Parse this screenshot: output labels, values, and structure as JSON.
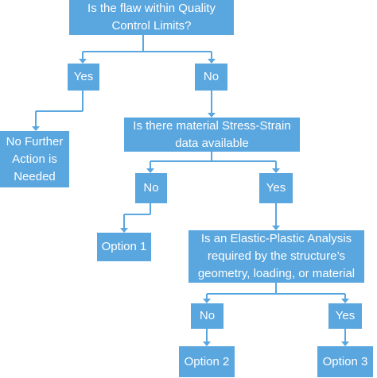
{
  "nodes": {
    "q1": "Is the flaw within Quality\nControl Limits?",
    "yes1": "Yes",
    "no1": "No",
    "no_action": "No Further\nAction is\nNeeded",
    "q2": "Is there material Stress-Strain\ndata available",
    "no2": "No",
    "yes2": "Yes",
    "option1": "Option 1",
    "q3": "Is an Elastic-Plastic Analysis\nrequired by the structure’s\ngeometry, loading, or material",
    "no3": "No",
    "yes3": "Yes",
    "option2": "Option 2",
    "option3": "Option 3"
  },
  "colors": {
    "box": "#5aa6df",
    "text": "#ffffff",
    "connector": "#5aa6df"
  }
}
